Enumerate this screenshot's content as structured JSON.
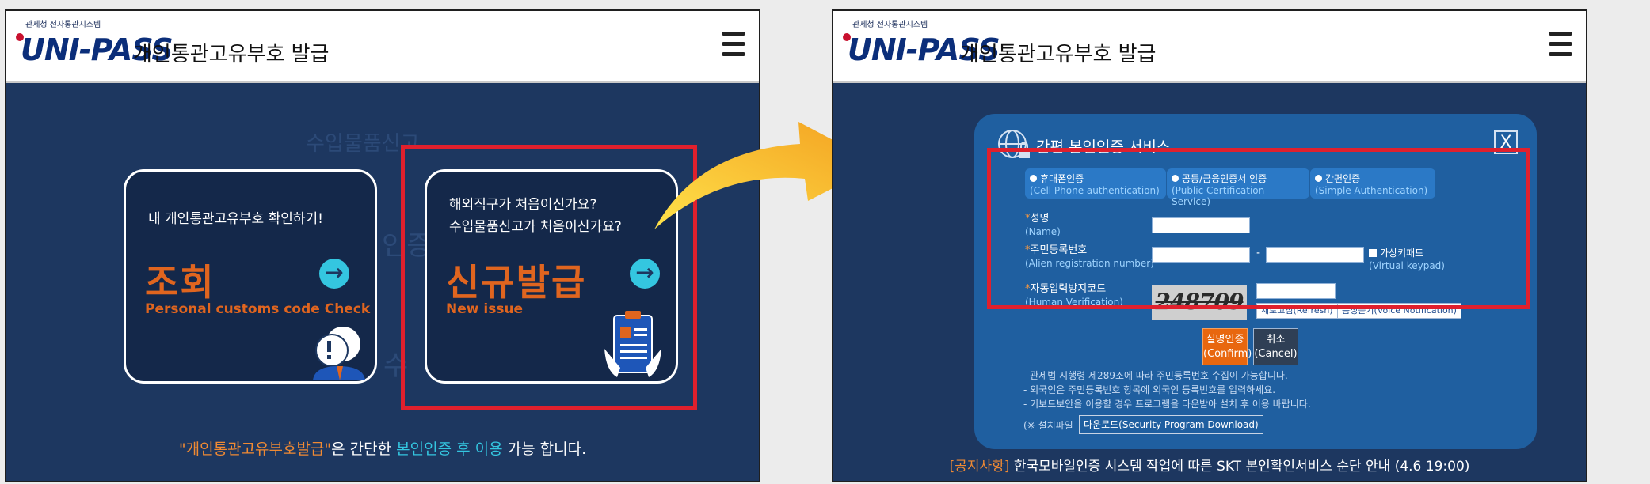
{
  "left_panel": {
    "header": {
      "gov_label": "관세청 전자통관시스템",
      "logo": "UNI-PASS",
      "title": "개인통관고유부호 발급"
    },
    "background_text": [
      "수입물품신고",
      "인증",
      "수"
    ],
    "cards": [
      {
        "question_line1": "내 개인통관고유부호 확인하기!",
        "title": "조회",
        "subtitle": "Personal customs code Check",
        "arrow": "→"
      },
      {
        "question_line1": "해외직구가 처음이신가요?",
        "question_line2": "수입물품신고가 처음이신가요?",
        "title": "신규발급",
        "subtitle": "New issue",
        "arrow": "→"
      }
    ],
    "footer": {
      "part1": "\"개인통관고유부호발급\"",
      "part2": "은 간단한 ",
      "part3": "본인인증 후 이용",
      "part4": " 가능 합니다."
    }
  },
  "right_panel": {
    "header": {
      "gov_label": "관세청 전자통관시스템",
      "logo": "UNI-PASS",
      "title": "개인통관고유부호 발급"
    },
    "modal": {
      "title": "간편 본인인증 서비스",
      "close": "X",
      "auth_options": [
        {
          "ko": "휴대폰인증",
          "en": "(Cell Phone authentication)"
        },
        {
          "ko": "공동/금융인증서 인증",
          "en": "(Public Certification Service)"
        },
        {
          "ko": "간편인증",
          "en": "(Simple Authentication)"
        }
      ],
      "fields": {
        "name_label": "성명",
        "name_en": "(Name)",
        "reg_label": "주민등록번호",
        "reg_en": "(Alien registration number)",
        "reg_dash": "-",
        "keypad_label": "가상키패드",
        "keypad_en": "(Virtual keypad)",
        "captcha_label": "자동입력방지코드",
        "captcha_en": "(Human Verification)",
        "captcha_text": "248709",
        "refresh": "새로고침(Refresh)",
        "voice": "음성듣기(Voice Notification)"
      },
      "buttons": {
        "confirm_ko": "실명인증",
        "confirm_en": "(Confirm)",
        "cancel_ko": "취소",
        "cancel_en": "(Cancel)"
      },
      "notes": [
        "- 관세법 시행령 제289조에 따라 주민등록번호 수집이 가능합니다.",
        "- 외국인은 주민등록번호 항목에 외국인 등록번호를 입력하세요.",
        "- 키보드보안을 이용할 경우 프로그램을 다운받아 설치 후 이용 바랍니다."
      ],
      "setup_label": "(※ 설치파일",
      "download_button": "다운로드(Security Program Download)"
    },
    "notice": {
      "bracket": "[공지사항]",
      "text": " 한국모바일인증 시스템 작업에 따른 SKT 본인확인서비스 순단 안내 (4.6 19:00)"
    }
  },
  "colors": {
    "navy": "#1d3760",
    "orange": "#e0651f",
    "cyan": "#34c6e0",
    "highlight_red": "#e0202d",
    "modal_blue": "#1f5fa0"
  }
}
